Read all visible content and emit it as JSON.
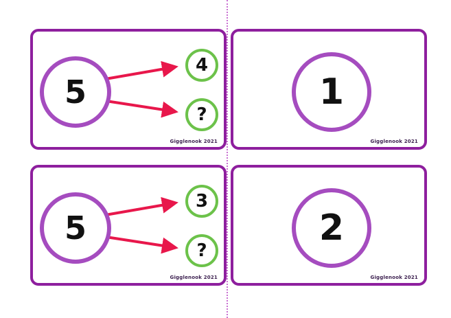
{
  "colors": {
    "card_border": "#8e1f9e",
    "whole_circle": "#a54cbf",
    "part_circle": "#6cc24a",
    "arrow": "#e8174b",
    "cut_line": "#c96fd1",
    "number": "#111111",
    "credit": "#3d2150"
  },
  "cards": [
    {
      "kind": "bond",
      "whole": "5",
      "part_top": "4",
      "part_bottom": "?",
      "credit": "Gigglenook 2021"
    },
    {
      "kind": "answer",
      "number": "1",
      "credit": "Gigglenook 2021"
    },
    {
      "kind": "bond",
      "whole": "5",
      "part_top": "3",
      "part_bottom": "?",
      "credit": "Gigglenook 2021"
    },
    {
      "kind": "answer",
      "number": "2",
      "credit": "Gigglenook 2021"
    }
  ]
}
